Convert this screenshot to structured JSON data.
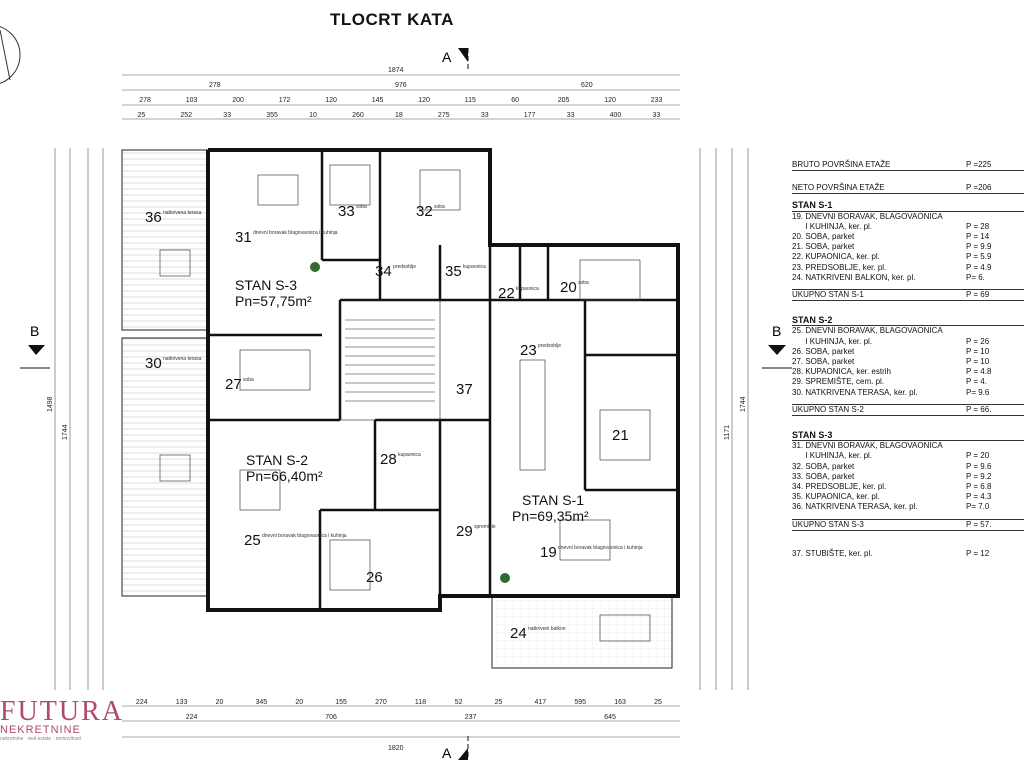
{
  "title": "TLOCRT KATA",
  "section_labels": {
    "a_top": "A",
    "a_bottom": "A",
    "b_left": "B",
    "b_right": "B"
  },
  "top_dims": {
    "overall": "1874",
    "row2": [
      "278",
      "976",
      "620"
    ],
    "row3": [
      "278",
      "103",
      "200",
      "172",
      "120",
      "145",
      "120",
      "115",
      "60",
      "205",
      "120",
      "233"
    ],
    "row4": [
      "25",
      "252",
      "33",
      "355",
      "10",
      "260",
      "18",
      "275",
      "33",
      "177",
      "33",
      "400",
      "33"
    ]
  },
  "bottom_dims": {
    "row1": [
      "224",
      "133",
      "20",
      "345",
      "20",
      "155",
      "270",
      "118",
      "52",
      "25",
      "417",
      "595",
      "163",
      "25"
    ],
    "row2": [
      "224",
      "706",
      "237",
      "645"
    ],
    "overall": "1820"
  },
  "side_dims": {
    "left_overall": "1498",
    "left_overall2": "1744",
    "right_overall": "1744",
    "right_overall2": "1171"
  },
  "rooms": [
    {
      "num": "36",
      "name": "natkrivena terasa"
    },
    {
      "num": "31",
      "name": "dnevni boravak blagovaonica i kuhinja"
    },
    {
      "num": "33",
      "name": "soba"
    },
    {
      "num": "32",
      "name": "soba"
    },
    {
      "num": "34",
      "name": "predsoblje"
    },
    {
      "num": "35",
      "name": "kupaonica"
    },
    {
      "num": "22",
      "name": "kupaonica"
    },
    {
      "num": "20",
      "name": "soba"
    },
    {
      "num": "30",
      "name": "natkrivena terasa"
    },
    {
      "num": "27",
      "name": "soba"
    },
    {
      "num": "37",
      "name": ""
    },
    {
      "num": "23",
      "name": "predsoblje"
    },
    {
      "num": "21",
      "name": ""
    },
    {
      "num": "28",
      "name": "kupaonica"
    },
    {
      "num": "29",
      "name": "spremište"
    },
    {
      "num": "25",
      "name": "dnevni boravak blagovaonica i kuhinja"
    },
    {
      "num": "26",
      "name": ""
    },
    {
      "num": "19",
      "name": "dnevni boravak blagovaonica i kuhinja"
    },
    {
      "num": "24",
      "name": "natkriveni balkon"
    }
  ],
  "apartments": [
    {
      "name": "STAN S-3",
      "area": "Pn=57,75m²"
    },
    {
      "name": "STAN S-2",
      "area": "Pn=66,40m²"
    },
    {
      "name": "STAN S-1",
      "area": "Pn=69,35m²"
    }
  ],
  "table": {
    "bruto_label": "BRUTO POVRŠINA ETAŽE",
    "bruto_value": "P =225",
    "neto_label": "NETO POVRŠINA ETAŽE",
    "neto_value": "P =206",
    "sections": [
      {
        "header": "STAN S-1",
        "rows": [
          {
            "label": "19. DNEVNI BORAVAK, BLAGOVAONICA",
            "value": ""
          },
          {
            "label": "      I KUHINJA, ker. pl.",
            "value": "P = 28"
          },
          {
            "label": "20. SOBA, parket",
            "value": "P = 14"
          },
          {
            "label": "21. SOBA, parket",
            "value": "P = 9.9"
          },
          {
            "label": "22. KUPAONICA, ker. pl.",
            "value": "P = 5.9"
          },
          {
            "label": "23. PREDSOBLJE, ker. pl.",
            "value": "P = 4.9"
          },
          {
            "label": "24. NATKRIVENI BALKON, ker. pl.",
            "value": "P= 6."
          }
        ],
        "total_label": "UKUPNO STAN  S-1",
        "total_value": "P = 69"
      },
      {
        "header": "STAN S-2",
        "rows": [
          {
            "label": "25. DNEVNI BORAVAK, BLAGOVAONICA",
            "value": ""
          },
          {
            "label": "      I KUHINJA, ker. pl.",
            "value": "P = 26"
          },
          {
            "label": "26. SOBA, parket",
            "value": "P = 10"
          },
          {
            "label": "27. SOBA, parket",
            "value": "P = 10"
          },
          {
            "label": "28. KUPAONICA, ker. estrih",
            "value": "P = 4.8"
          },
          {
            "label": "29. SPREMIŠTE, cem. pl.",
            "value": "P = 4."
          },
          {
            "label": "30. NATKRIVENA TERASA, ker. pl.",
            "value": "P= 9.6"
          }
        ],
        "total_label": "UKUPNO STAN  S-2",
        "total_value": "P = 66."
      },
      {
        "header": "STAN S-3",
        "rows": [
          {
            "label": "31. DNEVNI BORAVAK, BLAGOVAONICA",
            "value": ""
          },
          {
            "label": "      I KUHINJA, ker. pl.",
            "value": "P = 20"
          },
          {
            "label": "32. SOBA, parket",
            "value": "P = 9.6"
          },
          {
            "label": "33. SOBA, parket",
            "value": "P = 9.2"
          },
          {
            "label": "34. PREDSOBLJE, ker. pl.",
            "value": "P = 6.8"
          },
          {
            "label": "35. KUPAONICA, ker. pl.",
            "value": "P = 4.3"
          },
          {
            "label": "36. NATKRIVENA TERASA, ker. pl.",
            "value": "P= 7.0"
          }
        ],
        "total_label": "UKUPNO STAN  S-3",
        "total_value": "P = 57."
      }
    ],
    "stairs_label": "37. STUBIŠTE, ker. pl.",
    "stairs_value": "P = 12"
  },
  "logo": {
    "main": "FUTURA",
    "sub": "NEKRETNINE",
    "tag": "nekretnine · real estate · nemovitosti"
  },
  "colors": {
    "wall": "#111111",
    "dim_line": "#555555",
    "logo": "#b04a6a"
  }
}
